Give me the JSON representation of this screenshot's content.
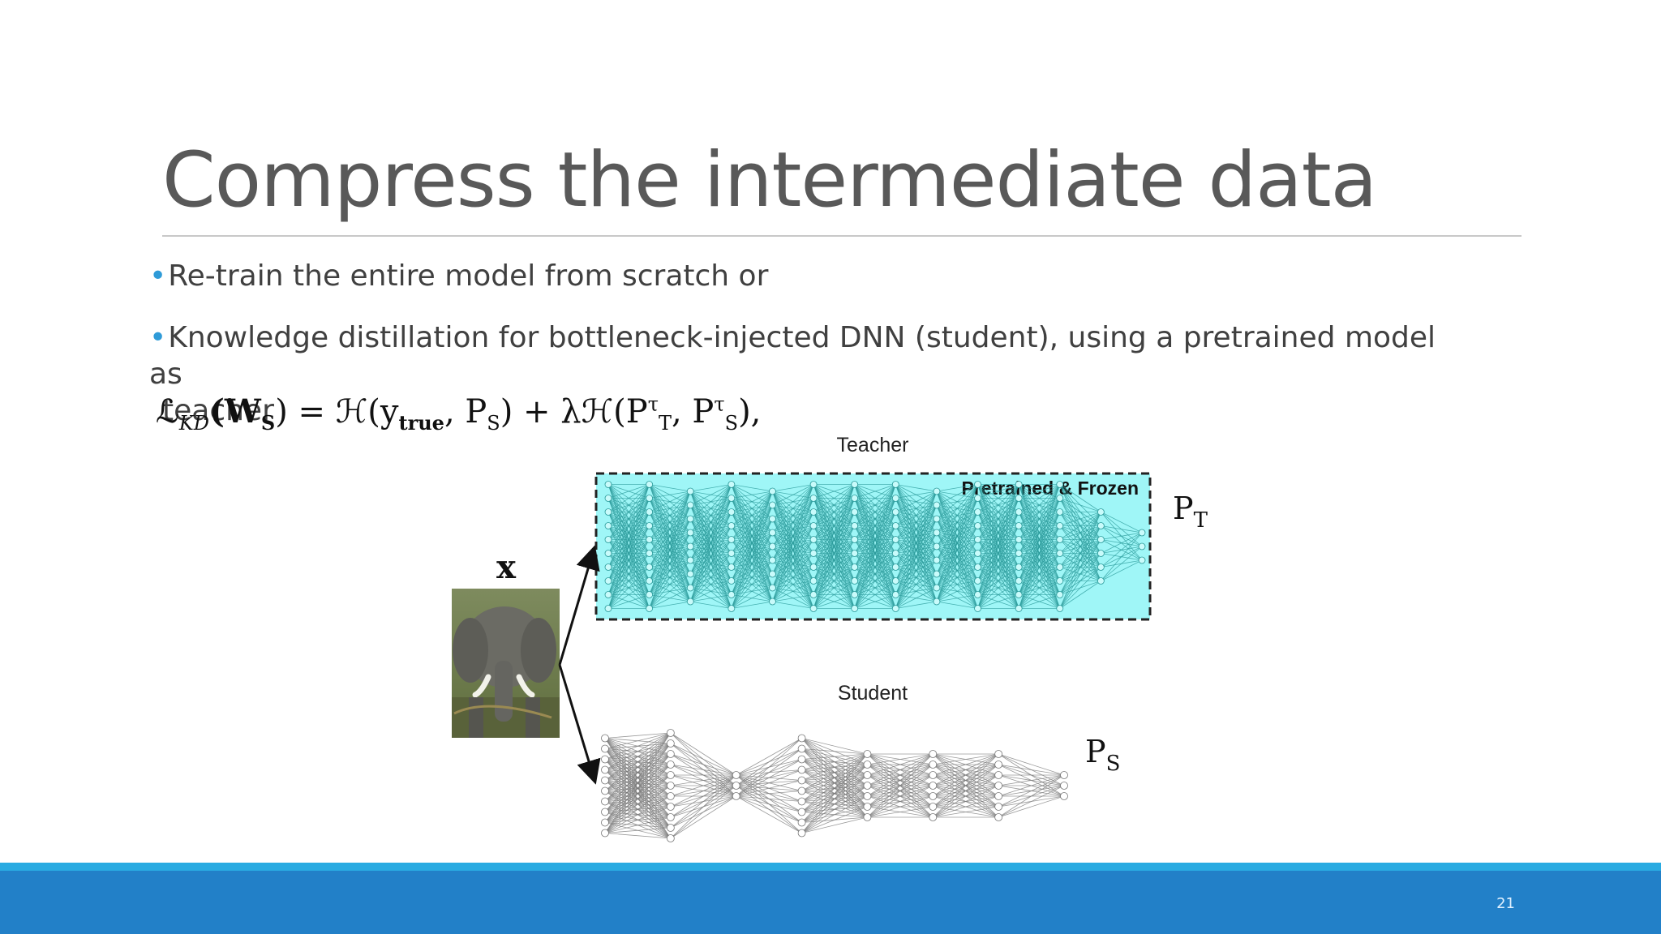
{
  "slide": {
    "title": "Compress the intermediate data",
    "bullets": [
      "Re-train the entire model from scratch or",
      "Knowledge distillation for bottleneck-injected DNN (student), using a pretrained model as",
      "teacher"
    ],
    "formula": {
      "lhs": "ℒ",
      "lhs_sub": "KD",
      "args": "(W",
      "args_sub": "S",
      "eq": ") = ℋ(y",
      "ytrue_sub": "true",
      "mid": ", P",
      "ps_sub": "S",
      "plus": ") + λℋ(P",
      "pt_sup": "τ",
      "pt_sub": "T",
      "comma": ", P",
      "ps2_sup": "τ",
      "ps2_sub": "S",
      "end": "),"
    },
    "page_number": "21"
  },
  "diagram": {
    "teacher_label": "Teacher",
    "frozen_label": "Pretrained & Frozen",
    "student_label": "Student",
    "input_label": "x",
    "pt_label": "P",
    "pt_sub": "T",
    "ps_label": "P",
    "ps_sub": "S",
    "teacher_layers": [
      10,
      10,
      9,
      10,
      9,
      10,
      10,
      10,
      9,
      10,
      10,
      10,
      6,
      3
    ],
    "student_layers": [
      10,
      11,
      3,
      10,
      7,
      7,
      7,
      3
    ],
    "colors": {
      "teacher_fill": "#9ff6f7",
      "teacher_net": "#2a9a9a",
      "student_net": "#777777",
      "accent": "#2f9bd8",
      "footer": "#2280c8"
    }
  }
}
